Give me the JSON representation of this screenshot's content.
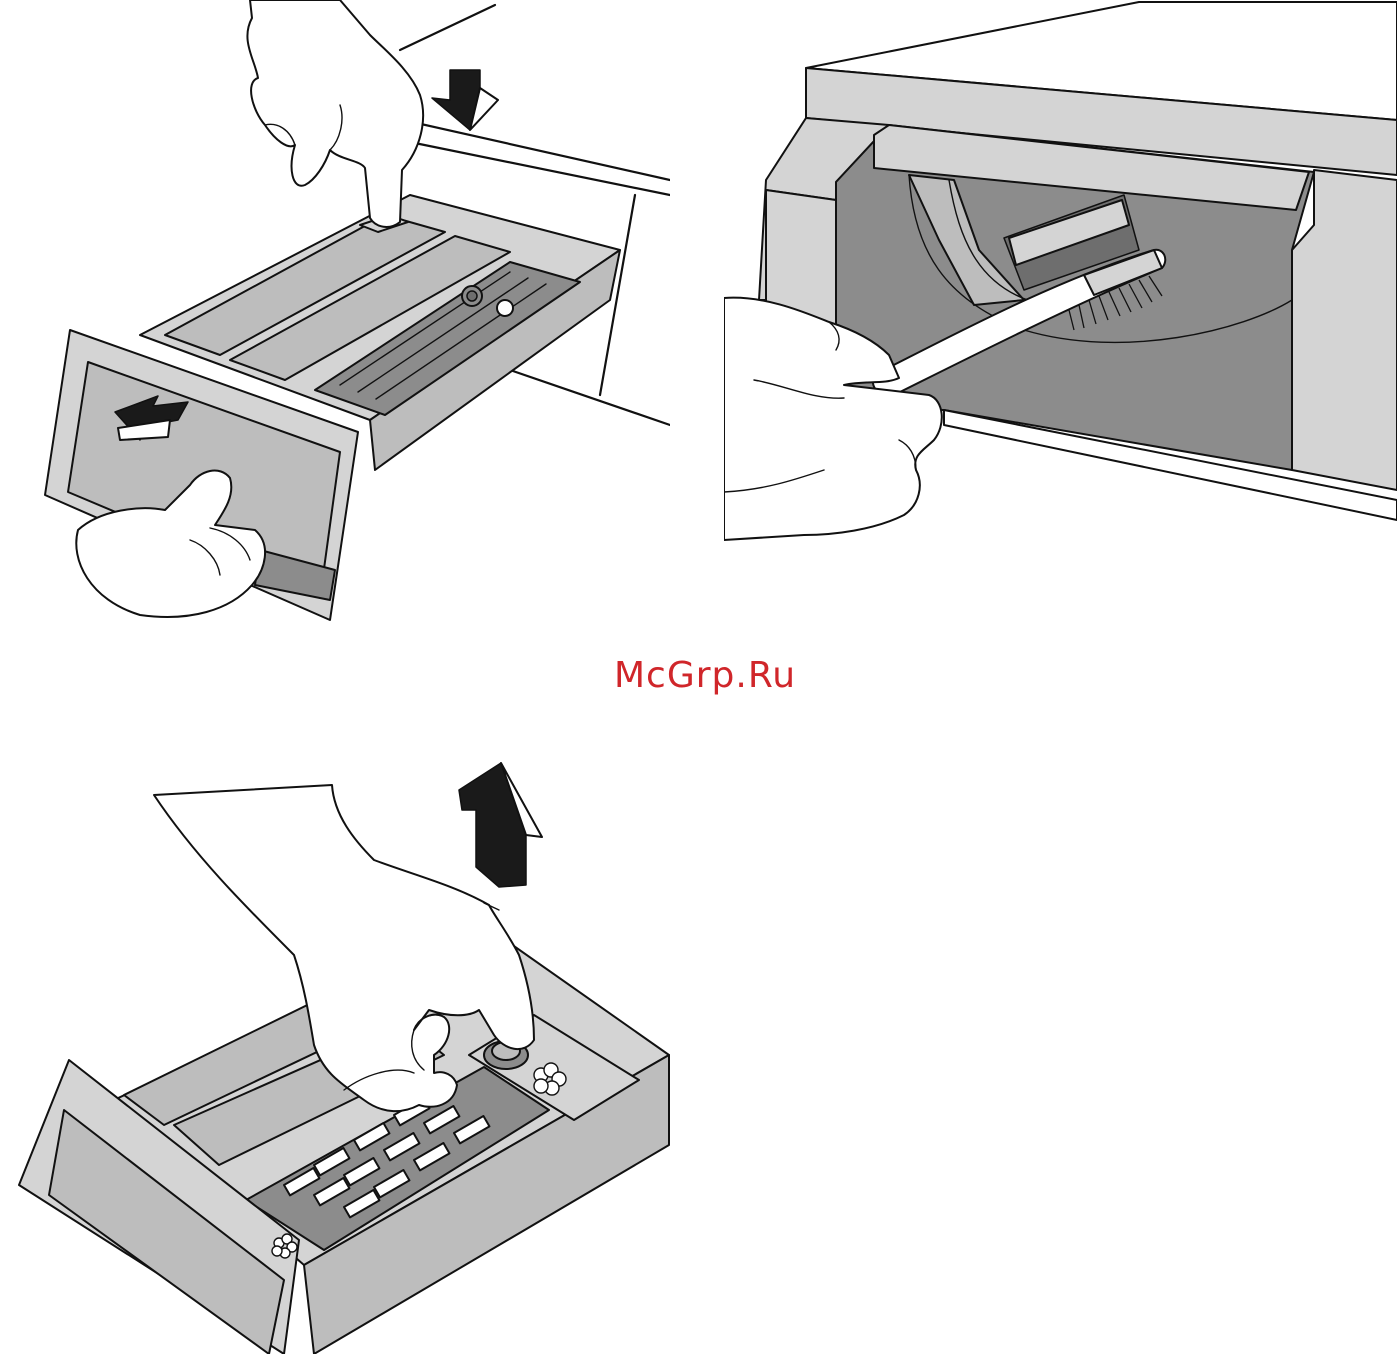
{
  "watermark": {
    "text": "McGrp.Ru",
    "color": "#d0262a"
  },
  "illustrations": [
    {
      "id": "drawer-removal",
      "arrows": [
        "arrow-down-icon",
        "arrow-left-icon"
      ]
    },
    {
      "id": "recess-cleaning",
      "tool": "brush-icon"
    },
    {
      "id": "siphon-removal",
      "arrows": [
        "arrow-up-icon"
      ]
    }
  ]
}
